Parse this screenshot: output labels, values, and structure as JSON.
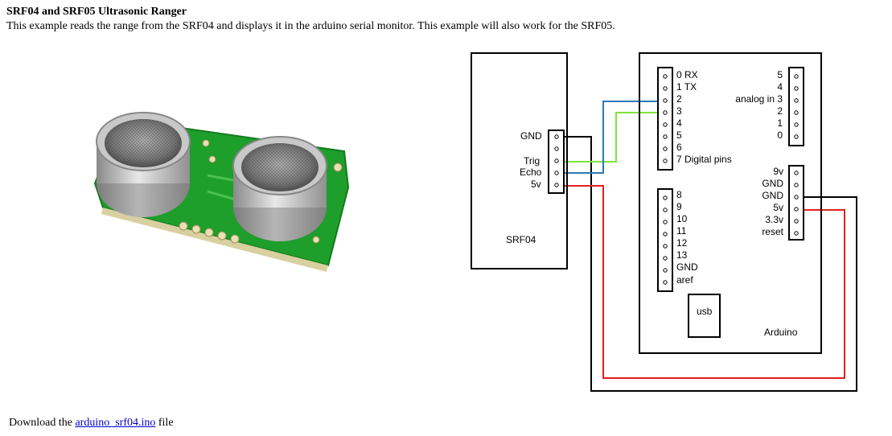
{
  "page": {
    "title": "SRF04 and SRF05 Ultrasonic Ranger",
    "description": "This example reads the range from the SRF04 and displays it in the arduino serial monitor. This example will also work for the SRF05."
  },
  "srf04": {
    "label": "SRF04",
    "pins": [
      "GND",
      "Trig",
      "Echo",
      "5v"
    ]
  },
  "arduino": {
    "label": "Arduino",
    "usb_label": "usb",
    "digital_pins_top": [
      "0 RX",
      "1 TX",
      "2",
      "3",
      "4",
      "5",
      "6",
      "7 Digital pins"
    ],
    "digital_pins_bottom": [
      "8",
      "9",
      "10",
      "11",
      "12",
      "13",
      "GND",
      "aref"
    ],
    "analog_pins": [
      "5",
      "4",
      "analog in 3",
      "2",
      "1",
      "0"
    ],
    "power_pins": [
      "9v",
      "GND",
      "GND",
      "5v",
      "3.3v",
      "reset"
    ]
  },
  "wire_colors": {
    "trig": "#7fe33b",
    "echo": "#2f78b8",
    "power": "#e02020",
    "ground": "#000000",
    "board_green": "#1e9e2a"
  },
  "footer": {
    "prefix": "Download the",
    "link_text": "arduino_srf04.ino",
    "suffix": "file"
  }
}
